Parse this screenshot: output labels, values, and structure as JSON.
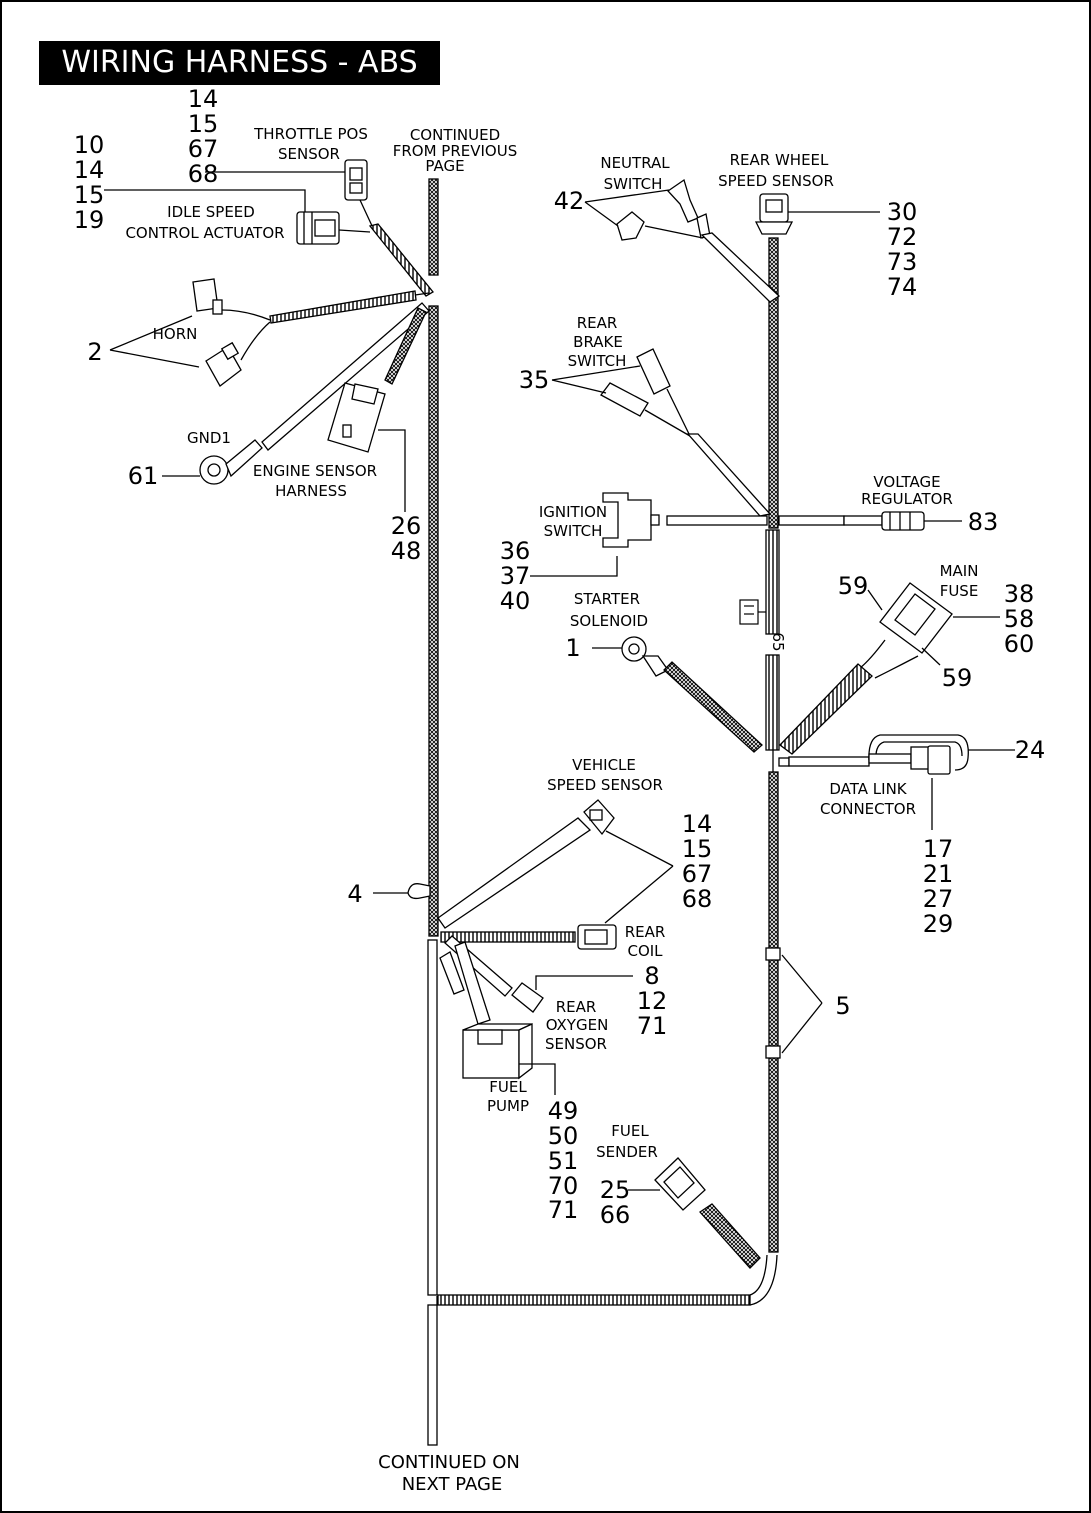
{
  "title": "WIRING HARNESS - ABS",
  "continued_from": [
    "CONTINUED",
    "FROM PREVIOUS",
    "PAGE"
  ],
  "continued_on": [
    "CONTINUED ON",
    "NEXT PAGE"
  ],
  "components": {
    "throttle_pos_sensor": {
      "label": [
        "THROTTLE POS",
        "SENSOR"
      ],
      "refs": [
        "14",
        "15",
        "67",
        "68"
      ]
    },
    "idle_speed_control_actuator": {
      "label": [
        "IDLE SPEED",
        "CONTROL ACTUATOR"
      ],
      "refs": [
        "10",
        "14",
        "15",
        "19"
      ]
    },
    "horn": {
      "label": [
        "HORN"
      ],
      "refs": [
        "2"
      ]
    },
    "ground": {
      "label": [
        "GND1"
      ],
      "refs": [
        "61"
      ]
    },
    "engine_sensor_harness": {
      "label": [
        "ENGINE SENSOR",
        "HARNESS"
      ],
      "refs": [
        "26",
        "48"
      ]
    },
    "neutral_switch": {
      "label": [
        "NEUTRAL",
        "SWITCH"
      ],
      "refs": [
        "42"
      ]
    },
    "rear_wheel_speed_sensor": {
      "label": [
        "REAR WHEEL",
        "SPEED SENSOR"
      ],
      "refs": [
        "30",
        "72",
        "73",
        "74"
      ]
    },
    "rear_brake_switch": {
      "label": [
        "REAR",
        "BRAKE",
        "SWITCH"
      ],
      "refs": [
        "35"
      ]
    },
    "ignition_switch": {
      "label": [
        "IGNITION",
        "SWITCH"
      ],
      "refs": [
        "36",
        "37",
        "40"
      ]
    },
    "voltage_regulator": {
      "label": [
        "VOLTAGE",
        "REGULATOR"
      ],
      "refs": [
        "83"
      ]
    },
    "starter_solenoid": {
      "label": [
        "STARTER",
        "SOLENOID"
      ],
      "refs": [
        "1"
      ]
    },
    "main_fuse": {
      "label": [
        "MAIN",
        "FUSE"
      ],
      "refs": [
        "38",
        "58",
        "60"
      ],
      "side_refs": [
        "59",
        "59"
      ]
    },
    "data_link_connector": {
      "label": [
        "DATA LINK",
        "CONNECTOR"
      ],
      "refs": [
        "24"
      ],
      "lower_refs": [
        "17",
        "21",
        "27",
        "29"
      ]
    },
    "vehicle_speed_sensor": {
      "label": [
        "VEHICLE",
        "SPEED SENSOR"
      ],
      "refs": [
        "14",
        "15",
        "67",
        "68"
      ]
    },
    "rear_coil": {
      "label": [
        "REAR",
        "COIL"
      ]
    },
    "rear_oxygen_sensor": {
      "label": [
        "REAR",
        "OXYGEN",
        "SENSOR"
      ],
      "refs": [
        "8",
        "12",
        "71"
      ]
    },
    "fuel_pump": {
      "label": [
        "FUEL",
        "PUMP"
      ],
      "refs": [
        "49",
        "50",
        "51",
        "70",
        "71"
      ]
    },
    "fuel_sender": {
      "label": [
        "FUEL",
        "SENDER"
      ],
      "refs": [
        "25",
        "66"
      ]
    },
    "clip_main": {
      "refs": [
        "4"
      ]
    },
    "clips_right": {
      "refs": [
        "5"
      ]
    },
    "relay_mark": {
      "refs": [
        "65"
      ]
    }
  }
}
